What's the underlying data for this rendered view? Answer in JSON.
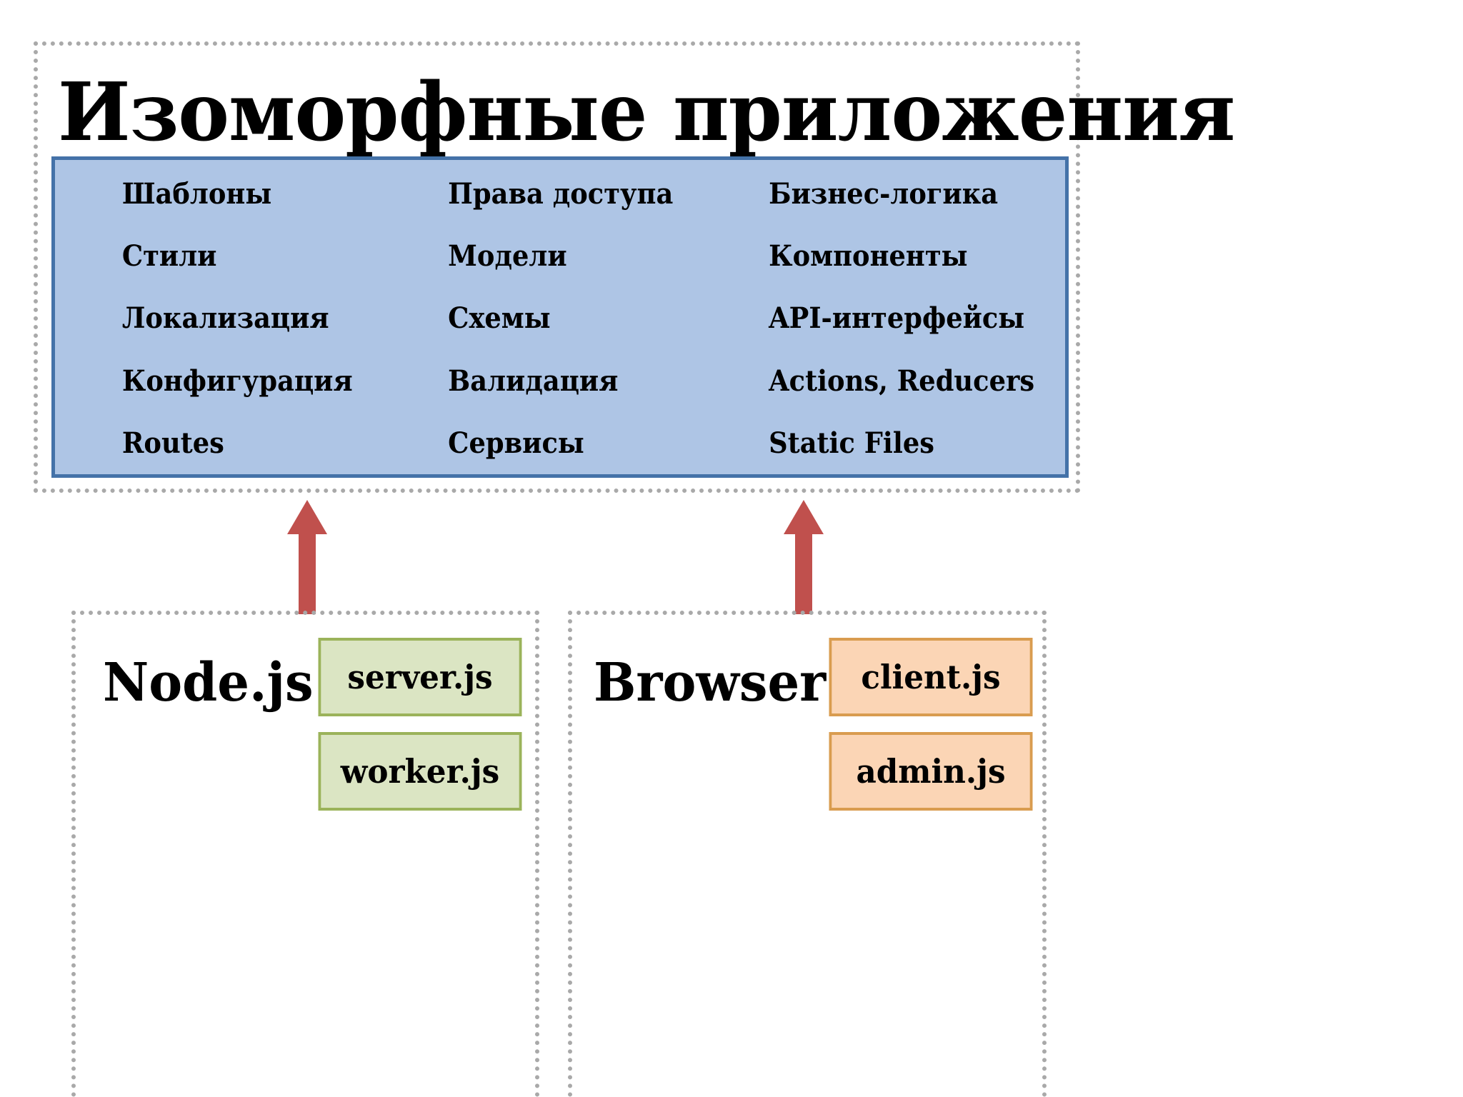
{
  "diagram": {
    "title": "Изоморфные приложения",
    "shared_panel": {
      "columns": [
        [
          "Шаблоны",
          "Стили",
          "Локализация",
          "Конфигурация",
          "Routes"
        ],
        [
          "Права доступа",
          "Модели",
          "Схемы",
          "Валидация",
          "Сервисы"
        ],
        [
          "Бизнес-логика",
          "Компоненты",
          "API-интерфейсы",
          "Actions, Reducers",
          "Static Files"
        ]
      ],
      "fill_color": "#aec5e5",
      "border_color": "#4472a8"
    },
    "arrows": {
      "color": "#c0504d",
      "direction": "up",
      "count": 2
    },
    "runtimes": [
      {
        "name": "Node.js",
        "files": [
          "server.js",
          "worker.js"
        ],
        "fill_color": "#dbe5c3",
        "border_color": "#9bb35a"
      },
      {
        "name": "Browser",
        "files": [
          "client.js",
          "admin.js"
        ],
        "fill_color": "#fbd5b5",
        "border_color": "#d99c4f"
      }
    ],
    "frame_border_color": "#a9a9a9"
  }
}
